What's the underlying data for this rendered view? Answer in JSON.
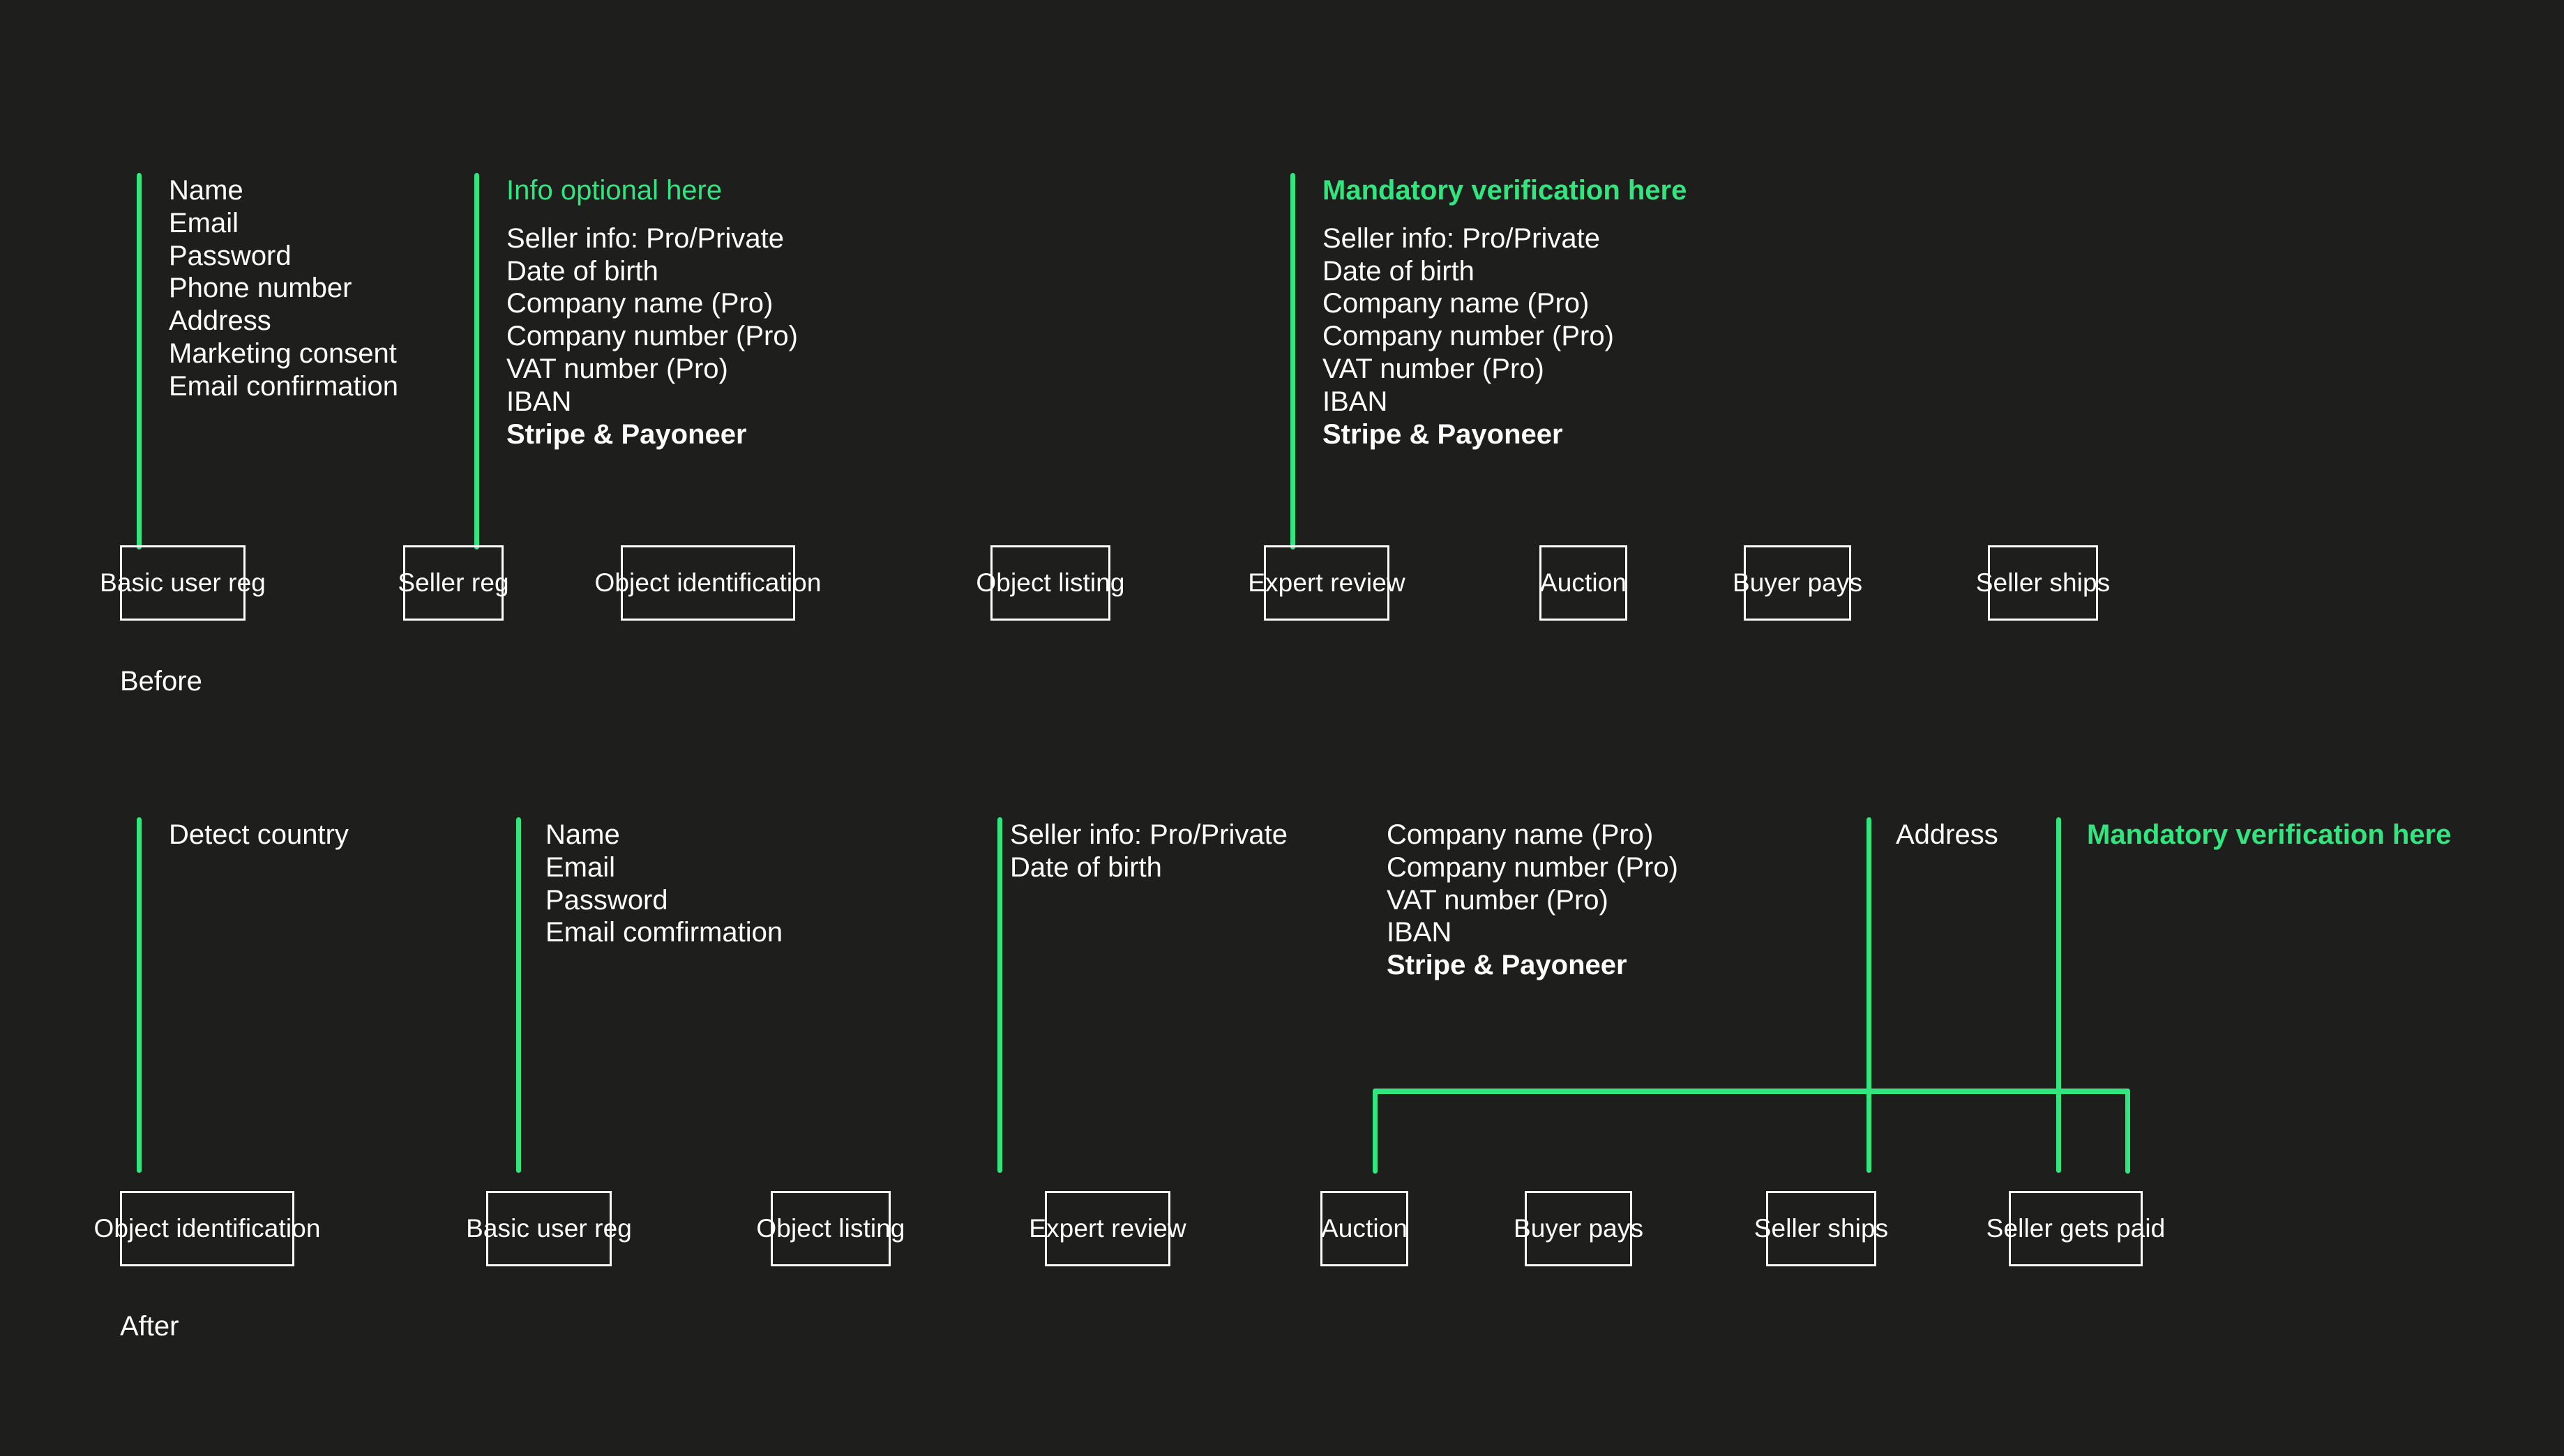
{
  "theme": {
    "background": "#1e1e1c",
    "accent": "#33e57f",
    "stroke": "#ffffff",
    "text": "#ffffff"
  },
  "diagram": {
    "type": "before-after-flow",
    "sections": [
      {
        "id": "before",
        "label": "Before",
        "annotation_columns": [
          {
            "id": "before-col-1",
            "heading": null,
            "heading_style": null,
            "items": [
              "Name",
              "Email",
              "Password",
              "Phone number",
              "Address",
              "Marketing consent",
              "Email confirmation"
            ]
          },
          {
            "id": "before-col-2",
            "heading": "Info optional here",
            "heading_style": "accent",
            "items": [
              "Seller info: Pro/Private",
              "Date of birth",
              "Company name (Pro)",
              "Company number (Pro)",
              "VAT number (Pro)",
              "IBAN",
              "Stripe & Payoneer"
            ],
            "bold_items": [
              "Stripe & Payoneer"
            ]
          },
          {
            "id": "before-col-3",
            "heading": "Mandatory verification here",
            "heading_style": "accent-bold",
            "items": [
              "Seller info: Pro/Private",
              "Date of birth",
              "Company name (Pro)",
              "Company number (Pro)",
              "VAT number (Pro)",
              "IBAN",
              "Stripe & Payoneer"
            ],
            "bold_items": [
              "Stripe & Payoneer"
            ]
          }
        ],
        "nodes": [
          "Basic user reg",
          "Seller reg",
          "Object identification",
          "Object listing",
          "Expert review",
          "Auction",
          "Buyer pays",
          "Seller ships"
        ]
      },
      {
        "id": "after",
        "label": "After",
        "annotation_columns": [
          {
            "id": "after-col-1",
            "heading": null,
            "items": [
              "Detect country"
            ]
          },
          {
            "id": "after-col-2",
            "heading": null,
            "items": [
              "Name",
              "Email",
              "Password",
              "Email comfirmation"
            ]
          },
          {
            "id": "after-col-3",
            "heading": null,
            "items": [
              "Seller info: Pro/Private",
              "Date of birth"
            ]
          },
          {
            "id": "after-col-4",
            "heading": null,
            "items": [
              "Company name (Pro)",
              "Company number (Pro)",
              "VAT number (Pro)",
              "IBAN",
              "Stripe & Payoneer"
            ],
            "bold_items": [
              "Stripe & Payoneer"
            ]
          },
          {
            "id": "after-col-5",
            "heading": null,
            "items": [
              "Address"
            ]
          },
          {
            "id": "after-col-6",
            "heading": "Mandatory verification here",
            "heading_style": "accent-bold",
            "items": []
          }
        ],
        "nodes": [
          "Object identification",
          "Basic user reg",
          "Object listing",
          "Expert review",
          "Auction",
          "Buyer pays",
          "Seller ships",
          "Seller gets paid"
        ]
      }
    ]
  }
}
